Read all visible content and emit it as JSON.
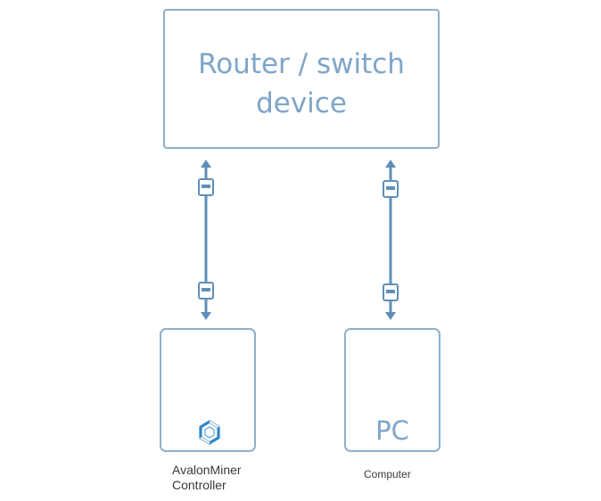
{
  "diagram": {
    "router": {
      "label_line1": "Router / switch",
      "label_line2": "device"
    },
    "controller": {
      "caption_line1": "AvalonMiner",
      "caption_line2": "Controller",
      "logo_icon": "avalon-logo-icon"
    },
    "pc": {
      "label": "PC",
      "caption": "Computer"
    },
    "connections": [
      {
        "from": "controller",
        "to": "router",
        "type": "ethernet-cable"
      },
      {
        "from": "pc",
        "to": "router",
        "type": "ethernet-cable"
      }
    ],
    "colors": {
      "accent": "#7ea5c8",
      "border": "#8eb0cc",
      "cable": "#5f8fb8",
      "caption": "#3a3a3a"
    }
  }
}
